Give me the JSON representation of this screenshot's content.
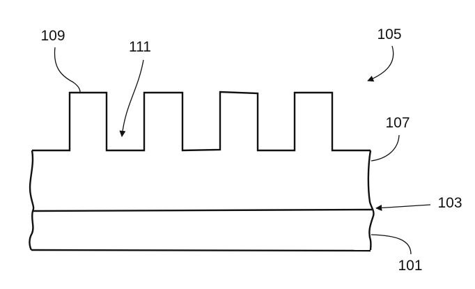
{
  "figure": {
    "labels": {
      "substrate": "101",
      "interface": "103",
      "structure": "105",
      "layer": "107",
      "fin": "109",
      "trench": "111"
    },
    "fin_count": 4,
    "line_color": "#111111"
  }
}
